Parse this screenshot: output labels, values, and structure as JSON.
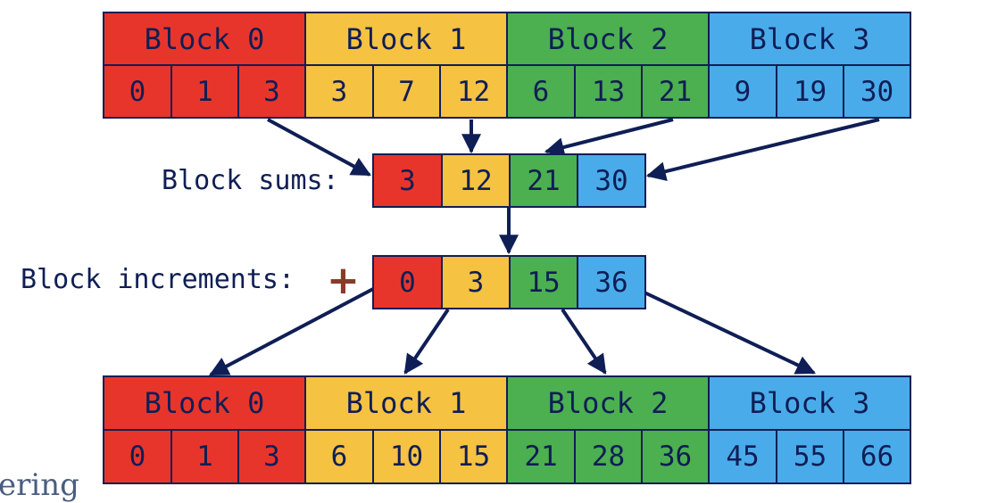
{
  "colors": {
    "red": "#e8352b",
    "yellow": "#f5c242",
    "green": "#4caf50",
    "blue": "#4aabea",
    "ink": "#0f1e55",
    "plus": "#8b3a2a"
  },
  "top": {
    "blocks": [
      "Block 0",
      "Block 1",
      "Block 2",
      "Block 3"
    ],
    "values": [
      "0",
      "1",
      "3",
      "3",
      "7",
      "12",
      "6",
      "13",
      "21",
      "9",
      "19",
      "30"
    ]
  },
  "sums": {
    "label": "Block sums:",
    "values": [
      "3",
      "12",
      "21",
      "30"
    ]
  },
  "increments": {
    "label": "Block increments:",
    "plus": "+",
    "values": [
      "0",
      "3",
      "15",
      "36"
    ]
  },
  "bottom": {
    "blocks": [
      "Block 0",
      "Block 1",
      "Block 2",
      "Block 3"
    ],
    "values": [
      "0",
      "1",
      "3",
      "6",
      "10",
      "15",
      "21",
      "28",
      "36",
      "45",
      "55",
      "66"
    ]
  },
  "corner_fragment": "ering"
}
